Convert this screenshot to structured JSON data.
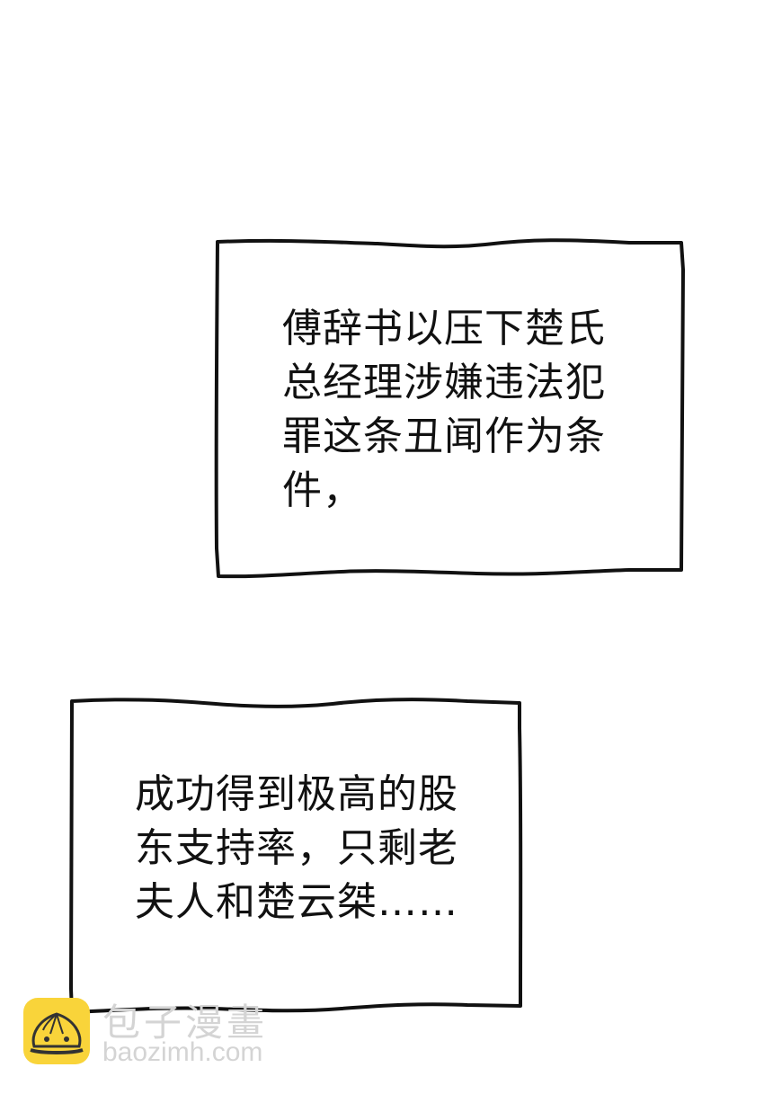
{
  "page": {
    "background": "#ffffff",
    "ink_color": "#111111"
  },
  "captions": [
    {
      "text": "傅辞书以压下楚氏\n总经理涉嫌违法犯\n罪这条丑闻作为条\n件，"
    },
    {
      "text": "成功得到极高的股\n东支持率，只剩老\n夫人和楚云桀……"
    }
  ],
  "watermark": {
    "title": "包子漫畫",
    "url": "baozimh.com",
    "logo_color": "#f9d43a",
    "text_color": "#d4d4d4",
    "logo_icon": "steamed-bun-icon"
  }
}
